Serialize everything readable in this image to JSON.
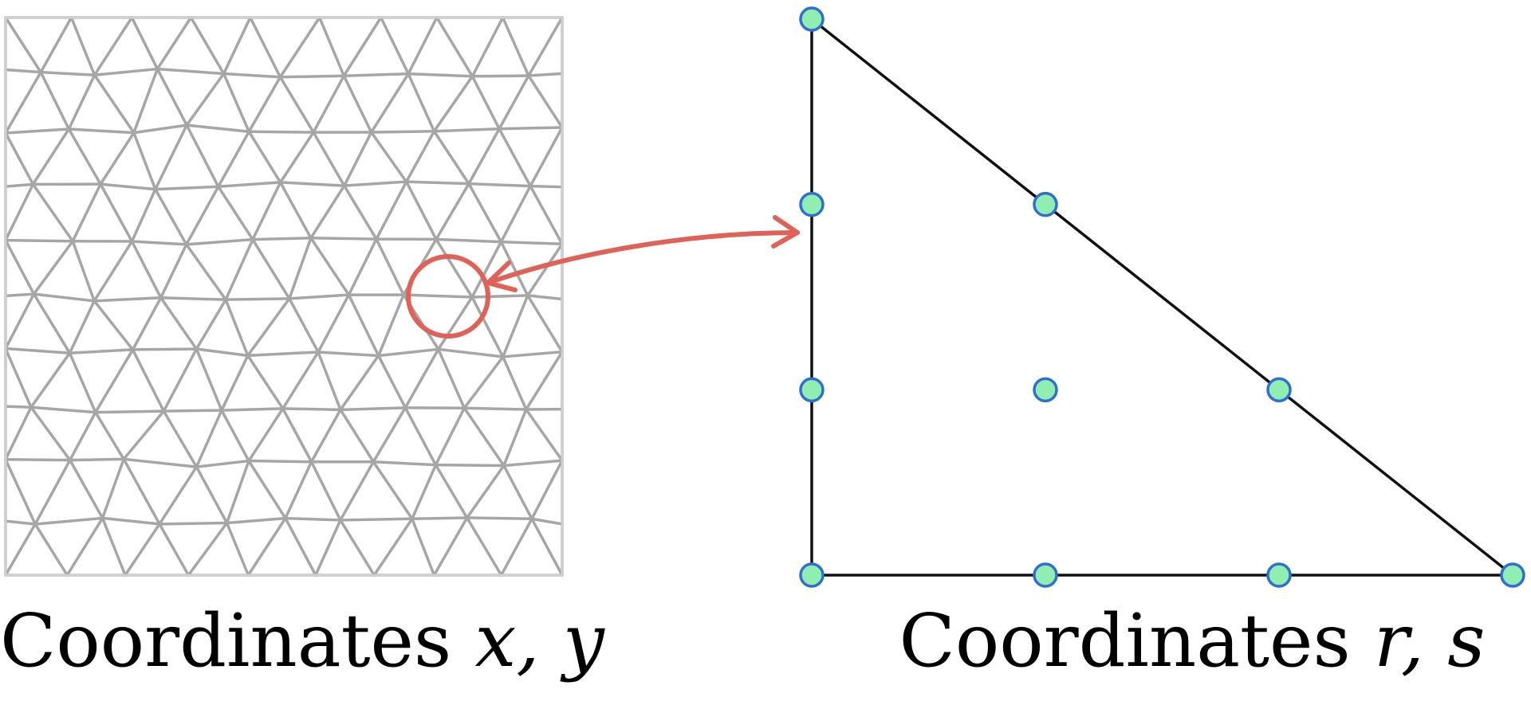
{
  "captions": {
    "left": {
      "word": "Coordinates",
      "vars": "x, y"
    },
    "right": {
      "word": "Coordinates",
      "vars": "r, s"
    }
  },
  "mesh": {
    "stroke_color": "#a6a6a6",
    "border_color": "#d0d0d0"
  },
  "highlight": {
    "color": "#e06158"
  },
  "reference_triangle": {
    "edge_color": "#111111",
    "node_fill": "#90eeb0",
    "node_stroke": "#2f6fd0",
    "node_count": 10
  }
}
